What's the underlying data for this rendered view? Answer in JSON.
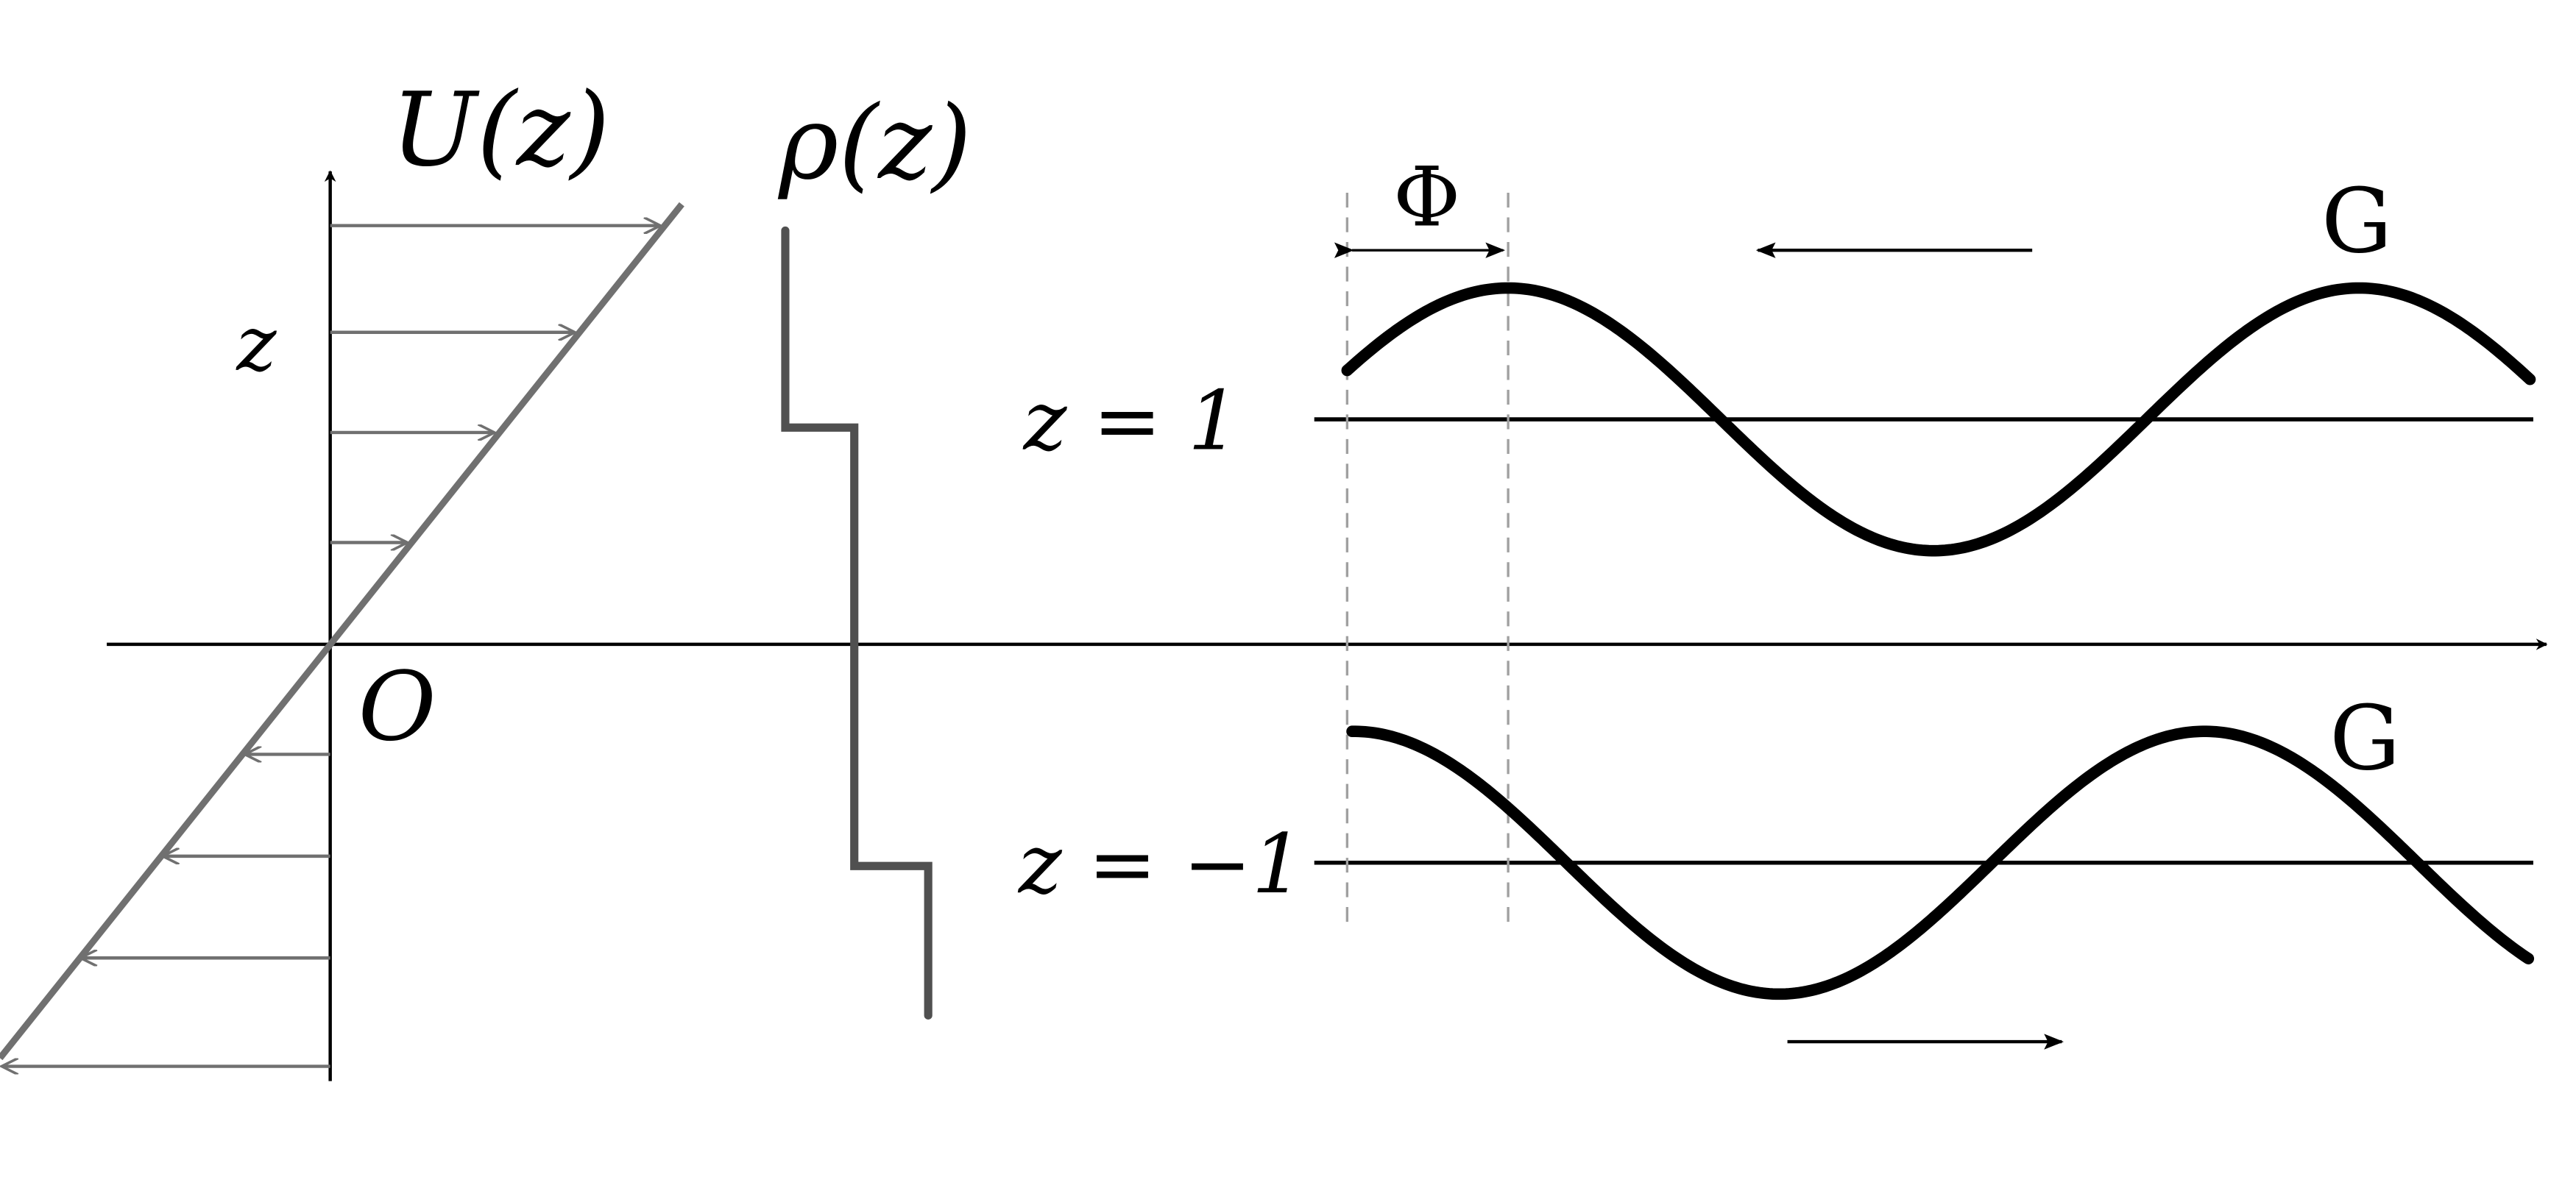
{
  "labels": {
    "velocity_profile": "U(z)",
    "density_profile": "ρ(z)",
    "z_axis": "z",
    "origin": "O",
    "upper_interface": "z = 1",
    "lower_interface": "z = −1",
    "phase_shift": "Φ",
    "upper_wave": "G",
    "lower_wave": "G"
  },
  "colors": {
    "axes": "#000000",
    "profile_gray": "#707070",
    "density_gray": "#505050",
    "wave": "#000000",
    "dashed_guides": "#a0a0a0"
  },
  "waves": {
    "upper": {
      "propagation": "left"
    },
    "lower": {
      "propagation": "right"
    }
  }
}
